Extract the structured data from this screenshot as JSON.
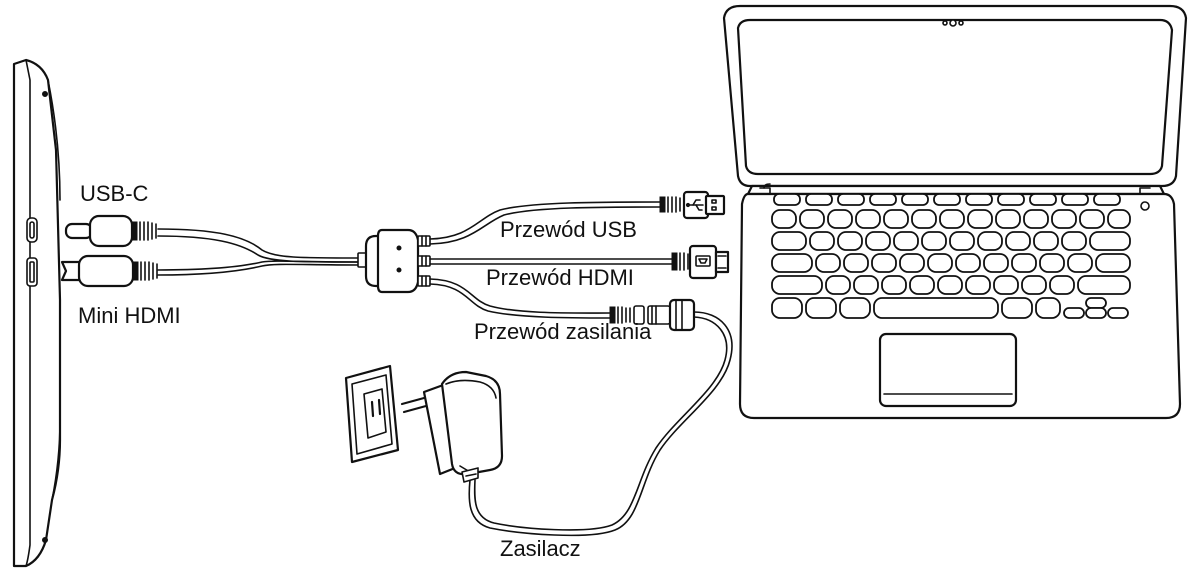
{
  "labels": {
    "usb_c": "USB-C",
    "mini_hdmi": "Mini HDMI",
    "usb_cable": "Przewód USB",
    "hdmi_cable": "Przewód HDMI",
    "power_cable": "Przewód zasilania",
    "power_adapter": "Zasilacz"
  },
  "icons": {
    "usb": "usb-icon",
    "hdmi": "hdmi-icon"
  },
  "colors": {
    "line": "#111111",
    "background": "#ffffff"
  }
}
